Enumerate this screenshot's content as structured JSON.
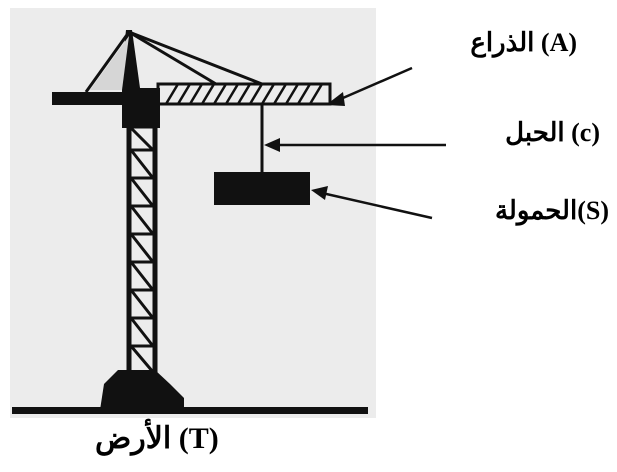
{
  "labels": {
    "arm": "الذراع (A)",
    "cable": "الحبل (c)",
    "load": "الحمولة(S)",
    "ground": "الأرض (T)"
  },
  "colors": {
    "background_panel": "#ececec",
    "structure": "#111111",
    "page": "#ffffff"
  }
}
